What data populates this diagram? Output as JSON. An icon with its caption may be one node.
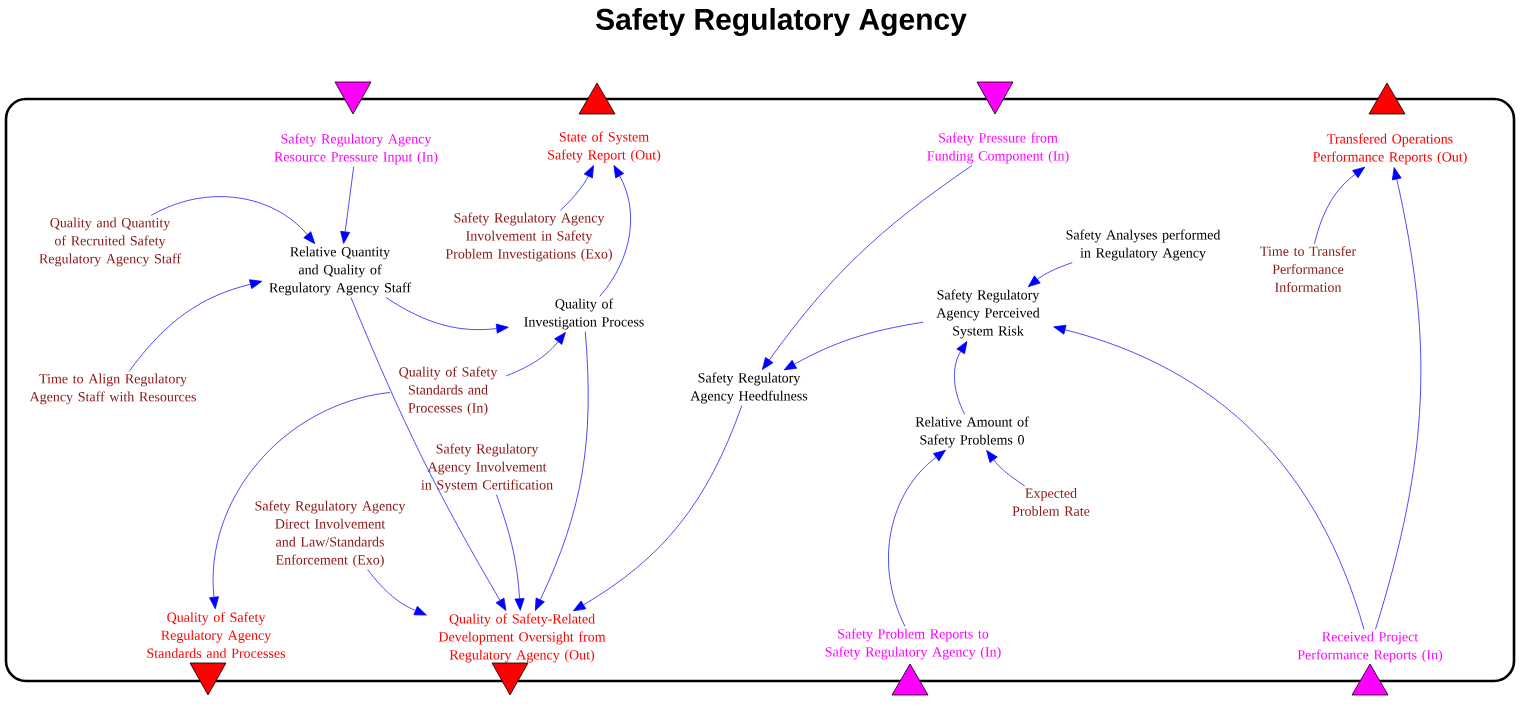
{
  "diagram": {
    "title": "Safety Regulatory Agency",
    "nodes": [
      {
        "text": [],
        "shape": "box"
      },
      {
        "text": [
          "Safety Regulatory Agency Resource Pressure Input (In)"
        ],
        "in": 0
      },
      {
        "text": [
          "State of System Safety Report (Out)"
        ],
        "in": 0
      },
      {
        "text": [
          "Safety Pressure from Funding Component (In)"
        ],
        "in": 0
      },
      {
        "text": [
          "Transfered Operations Performance Reports (Out)"
        ],
        "in": 0
      },
      {
        "text": [
          "Quality and Quantity of Recruited Safety Regulatory Agency Staff"
        ],
        "in": 0
      },
      {
        "text": [
          "Relative Quantity and Quality of Regulatory Agency Staff"
        ],
        "in": 0
      },
      {
        "text": [
          "Safety Regulatory Agency Involvement in Safety Problem Investigations (Exo)"
        ],
        "in": 0
      },
      {
        "text": [
          "Safety Analyses performed in Regulatory Agency"
        ],
        "in": 0
      },
      {
        "text": [
          "Time to Transfer Performance Information"
        ],
        "in": 0
      },
      {
        "text": [
          "Quality of Investigation Process"
        ],
        "in": 0
      },
      {
        "text": [
          "Safety Regulatory Agency Perceived System Risk"
        ],
        "in": 0
      },
      {
        "text": [
          "Time to Align Regulatory Agency Staff with Resources"
        ],
        "in": 0
      },
      {
        "text": [
          "Quality of Safety Standards and Processes (In)"
        ],
        "in": 0
      },
      {
        "text": [
          "Safety Regulatory Agency Heedfulness"
        ],
        "in": 0
      },
      {
        "text": [
          "Relative Amount of Safety Problems 0"
        ],
        "in": 0
      },
      {
        "text": [
          "Safety Regulatory Agency Involvement in System Certification"
        ],
        "in": 0
      },
      {
        "text": [
          "Expected Problem Rate"
        ],
        "in": 0
      },
      {
        "text": [
          "Safety Regulatory Agency Direct Involvement and Law/Standards Enforcement (Exo)"
        ],
        "in": 0
      },
      {
        "text": [
          "Quality of Safety Regulatory Agency Standards and Processes"
        ],
        "in": 0
      },
      {
        "text": [
          "Quality of Safety-Related Development Oversight from Regulatory Agency (Out)"
        ],
        "in": 0
      },
      {
        "text": [
          "Safety Problem Reports to Safety Regulatory Agency (In)"
        ],
        "in": 0
      },
      {
        "text": [
          "Received Project Performance Reports (In)"
        ],
        "in": 0
      }
    ],
    "edges": [
      {
        "from": 1,
        "to": 6,
        "arrow": "to"
      },
      {
        "from": 5,
        "to": 6,
        "arrow": "to"
      },
      {
        "from": 12,
        "to": 6,
        "arrow": "to"
      },
      {
        "from": 6,
        "to": 10,
        "arrow": "to"
      },
      {
        "from": 6,
        "to": 20,
        "arrow": "to"
      },
      {
        "from": 7,
        "to": 2,
        "arrow": "to"
      },
      {
        "from": 10,
        "to": 2,
        "arrow": "to"
      },
      {
        "from": 13,
        "to": 10,
        "arrow": "to"
      },
      {
        "from": 13,
        "to": 19,
        "arrow": "to"
      },
      {
        "from": 10,
        "to": 20,
        "arrow": "to"
      },
      {
        "from": 16,
        "to": 20,
        "arrow": "to"
      },
      {
        "from": 18,
        "to": 20,
        "arrow": "to"
      },
      {
        "from": 14,
        "to": 20,
        "arrow": "to"
      },
      {
        "from": 3,
        "to": 14,
        "arrow": "to"
      },
      {
        "from": 11,
        "to": 14,
        "arrow": "to"
      },
      {
        "from": 8,
        "to": 11,
        "arrow": "to"
      },
      {
        "from": 15,
        "to": 11,
        "arrow": "to"
      },
      {
        "from": 21,
        "to": 15,
        "arrow": "to"
      },
      {
        "from": 17,
        "to": 15,
        "arrow": "to"
      },
      {
        "from": 22,
        "to": 11,
        "arrow": "to"
      },
      {
        "from": 22,
        "to": 4,
        "arrow": "to"
      },
      {
        "from": 9,
        "to": 4,
        "arrow": "to"
      }
    ]
  }
}
